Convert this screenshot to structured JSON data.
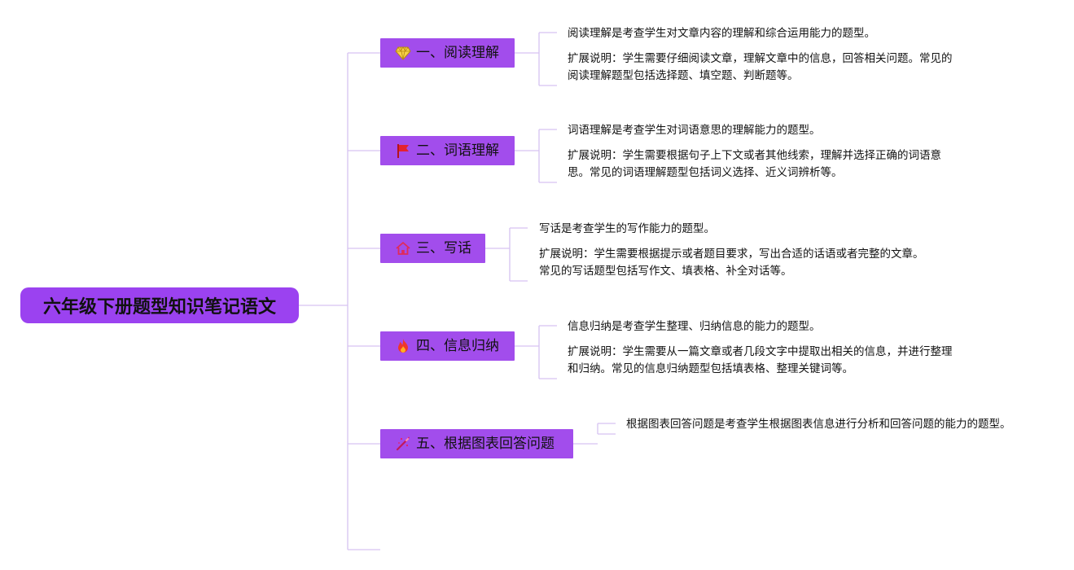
{
  "root": {
    "title": "六年级下册题型知识笔记语文"
  },
  "colors": {
    "root_bg": "#9b42f0",
    "branch_bg": "#a24dec",
    "connector": "#d6c2f2"
  },
  "branches": [
    {
      "label": "一、阅读理解",
      "icon": "diamond-icon",
      "notes": [
        [
          "阅读理解是考查学生对文章内容的理解和综合运用能力的题型。"
        ],
        [
          "扩展说明：学生需要仔细阅读文章，理解文章中的信息，回答相关问题。常见的",
          "阅读理解题型包括选择题、填空题、判断题等。"
        ]
      ]
    },
    {
      "label": "二、词语理解",
      "icon": "flag-icon",
      "notes": [
        [
          "词语理解是考查学生对词语意思的理解能力的题型。"
        ],
        [
          "扩展说明：学生需要根据句子上下文或者其他线索，理解并选择正确的词语意",
          "思。常见的词语理解题型包括词义选择、近义词辨析等。"
        ]
      ]
    },
    {
      "label": "三、写话",
      "icon": "home-icon",
      "notes": [
        [
          "写话是考查学生的写作能力的题型。"
        ],
        [
          "扩展说明：学生需要根据提示或者题目要求，写出合适的话语或者完整的文章。",
          "常见的写话题型包括写作文、填表格、补全对话等。"
        ]
      ]
    },
    {
      "label": "四、信息归纳",
      "icon": "fire-icon",
      "notes": [
        [
          "信息归纳是考查学生整理、归纳信息的能力的题型。"
        ],
        [
          "扩展说明：学生需要从一篇文章或者几段文字中提取出相关的信息，并进行整理",
          "和归纳。常见的信息归纳题型包括填表格、整理关键词等。"
        ]
      ]
    },
    {
      "label": "五、根据图表回答问题",
      "icon": "magic-wand-icon",
      "notes": [
        [
          "根据图表回答问题是考查学生根据图表信息进行分析和回答问题的能力的题型。"
        ]
      ]
    }
  ]
}
